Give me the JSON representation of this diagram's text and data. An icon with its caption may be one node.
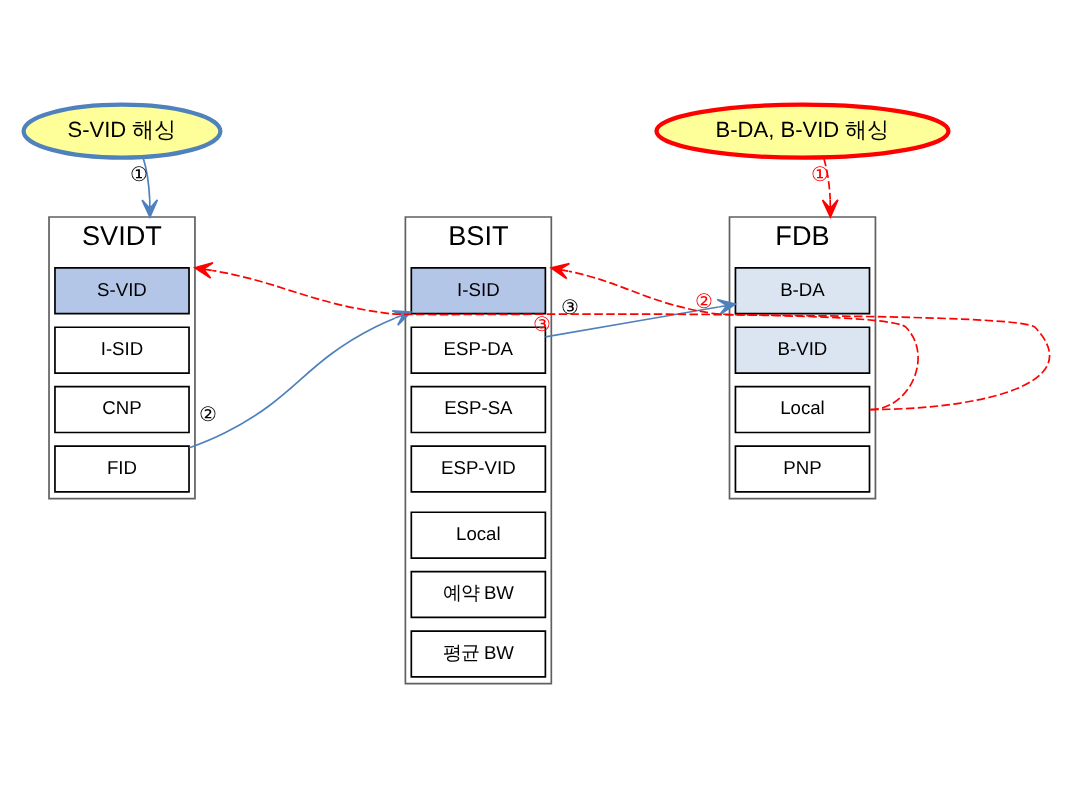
{
  "diagram": {
    "nodes": [
      {
        "text": [
          "S-VID 해싱"
        ]
      },
      {
        "text": [
          "B-DA, B-VID 해싱"
        ]
      },
      {
        "text": [
          "SVIDT"
        ]
      },
      {
        "text": [
          "S-VID"
        ],
        "in": 2
      },
      {
        "text": [
          "I-SID"
        ],
        "in": 2
      },
      {
        "text": [
          "CNP"
        ],
        "in": 2
      },
      {
        "text": [
          "FID"
        ],
        "in": 2
      },
      {
        "text": [
          "BSIT"
        ]
      },
      {
        "text": [
          "I-SID"
        ],
        "in": 7
      },
      {
        "text": [
          "ESP-DA"
        ],
        "in": 7
      },
      {
        "text": [
          "ESP-SA"
        ],
        "in": 7
      },
      {
        "text": [
          "ESP-VID"
        ],
        "in": 7
      },
      {
        "text": [
          "Local"
        ],
        "in": 7
      },
      {
        "text": [
          "예약 BW"
        ],
        "in": 7
      },
      {
        "text": [
          "평균 BW"
        ],
        "in": 7
      },
      {
        "text": [
          "FDB"
        ]
      },
      {
        "text": [
          "B-DA"
        ],
        "in": 15
      },
      {
        "text": [
          "B-VID"
        ],
        "in": 15
      },
      {
        "text": [
          "Local"
        ],
        "in": 15
      },
      {
        "text": [
          "PNP"
        ],
        "in": 15
      }
    ],
    "edges": [
      {
        "from": 0,
        "to": 2,
        "arrow": "to",
        "label": "①"
      },
      {
        "from": 6,
        "to": 8,
        "arrow": "to",
        "label": "②"
      },
      {
        "from": 9,
        "to": 16,
        "arrow": "to",
        "label": "③"
      },
      {
        "from": 1,
        "to": 15,
        "arrow": "to",
        "label": "①",
        "style": "dashed",
        "color": "#ff0000"
      },
      {
        "from": 18,
        "to": 7,
        "arrow": "to",
        "label": "②",
        "style": "dashed",
        "color": "#ff0000"
      },
      {
        "from": 18,
        "to": 2,
        "arrow": "to",
        "label": "③",
        "style": "dashed",
        "color": "#ff0000"
      }
    ]
  }
}
